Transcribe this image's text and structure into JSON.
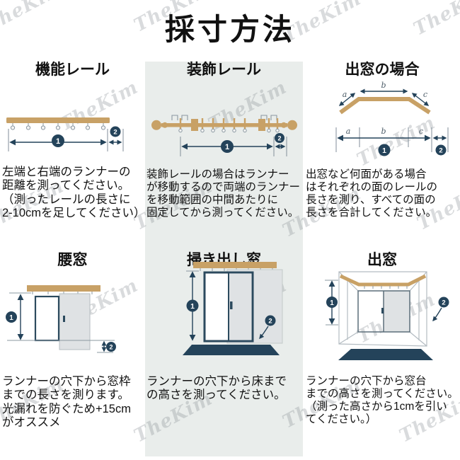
{
  "title": "採寸方法",
  "watermark_text": "TheKim",
  "markers": {
    "primary": "1",
    "secondary": "2"
  },
  "segment_labels": {
    "a": "a",
    "b": "b",
    "c": "c"
  },
  "colors": {
    "rail": "#c8a166",
    "navy": "#24435a",
    "panel-bg": "#e9edeb",
    "mat": "#24435a",
    "frame": "#2c4a5e",
    "pane-gray": "#dfe2e4",
    "line-gray": "#8b98a1",
    "text": "#111111",
    "watermark": "#8d9399"
  },
  "panels": {
    "functional_rail": {
      "heading": "機能レール",
      "description": "左端と右端のランナーの\n距離を測ってください。\n（測ったレールの長さに\n2-10cmを足してください）"
    },
    "decorative_rail": {
      "heading": "装飾レール",
      "description": "装飾レールの場合はランナー\nが移動するので両端のランナー\nを移動範囲の中間あたりに\n固定してから測ってください。"
    },
    "bay_window_rail": {
      "heading": "出窓の場合",
      "description": "出窓など何面がある場合\nはそれぞれの面のレールの\n長さを測り、すべての面の\n長さを合計してください。"
    },
    "waist_window": {
      "heading": "腰窓",
      "description": "ランナーの穴下から窓枠\nまでの長さを測ります。\n光漏れを防ぐため+15cm\nがオススメ"
    },
    "floor_window": {
      "heading": "掃き出し窓",
      "description": "ランナーの穴下から床まで\nの高さを測ってください。"
    },
    "bay_window": {
      "heading": "出窓",
      "description": "ランナーの穴下から窓台\nまでの高さを測ってください。\n（測った高さから1cmを引い\nてください。）"
    }
  }
}
